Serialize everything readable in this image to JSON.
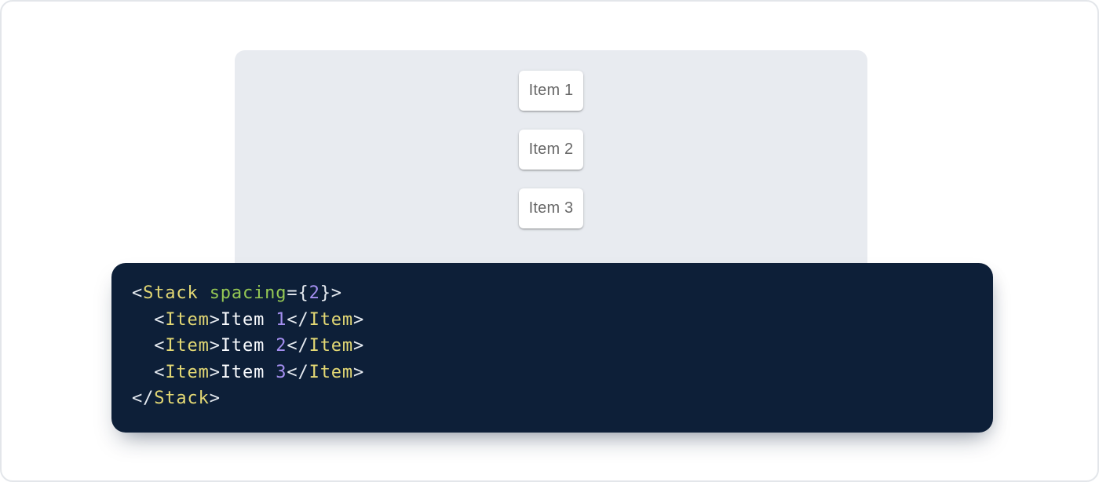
{
  "demo": {
    "items": [
      {
        "label": "Item 1"
      },
      {
        "label": "Item 2"
      },
      {
        "label": "Item 3"
      }
    ]
  },
  "code": {
    "source": "<Stack spacing={2}>\n  <Item>Item 1</Item>\n  <Item>Item 2</Item>\n  <Item>Item 3</Item>\n</Stack>",
    "lines": [
      [
        {
          "t": "punct",
          "v": "<"
        },
        {
          "t": "tag",
          "v": "Stack"
        },
        {
          "t": "plain",
          "v": " "
        },
        {
          "t": "attr",
          "v": "spacing"
        },
        {
          "t": "punct",
          "v": "={"
        },
        {
          "t": "num",
          "v": "2"
        },
        {
          "t": "punct",
          "v": "}>"
        }
      ],
      [
        {
          "t": "plain",
          "v": "  "
        },
        {
          "t": "punct",
          "v": "<"
        },
        {
          "t": "tag",
          "v": "Item"
        },
        {
          "t": "punct",
          "v": ">"
        },
        {
          "t": "plain",
          "v": "Item "
        },
        {
          "t": "num",
          "v": "1"
        },
        {
          "t": "punct",
          "v": "</"
        },
        {
          "t": "tag",
          "v": "Item"
        },
        {
          "t": "punct",
          "v": ">"
        }
      ],
      [
        {
          "t": "plain",
          "v": "  "
        },
        {
          "t": "punct",
          "v": "<"
        },
        {
          "t": "tag",
          "v": "Item"
        },
        {
          "t": "punct",
          "v": ">"
        },
        {
          "t": "plain",
          "v": "Item "
        },
        {
          "t": "num",
          "v": "2"
        },
        {
          "t": "punct",
          "v": "</"
        },
        {
          "t": "tag",
          "v": "Item"
        },
        {
          "t": "punct",
          "v": ">"
        }
      ],
      [
        {
          "t": "plain",
          "v": "  "
        },
        {
          "t": "punct",
          "v": "<"
        },
        {
          "t": "tag",
          "v": "Item"
        },
        {
          "t": "punct",
          "v": ">"
        },
        {
          "t": "plain",
          "v": "Item "
        },
        {
          "t": "num",
          "v": "3"
        },
        {
          "t": "punct",
          "v": "</"
        },
        {
          "t": "tag",
          "v": "Item"
        },
        {
          "t": "punct",
          "v": ">"
        }
      ],
      [
        {
          "t": "punct",
          "v": "</"
        },
        {
          "t": "tag",
          "v": "Stack"
        },
        {
          "t": "punct",
          "v": ">"
        }
      ]
    ]
  },
  "colors": {
    "page_background": "#ffffff",
    "page_border": "#e3e6ea",
    "demo_panel_background": "#e8ebf0",
    "item_card_background": "#ffffff",
    "item_text": "#5f6368",
    "code_background": "#0d1f38",
    "syntax_punctuation": "#e6ebf1",
    "syntax_tag": "#e3d874",
    "syntax_attribute": "#95c854",
    "syntax_number": "#a48ff0",
    "syntax_text": "#fafcff"
  }
}
